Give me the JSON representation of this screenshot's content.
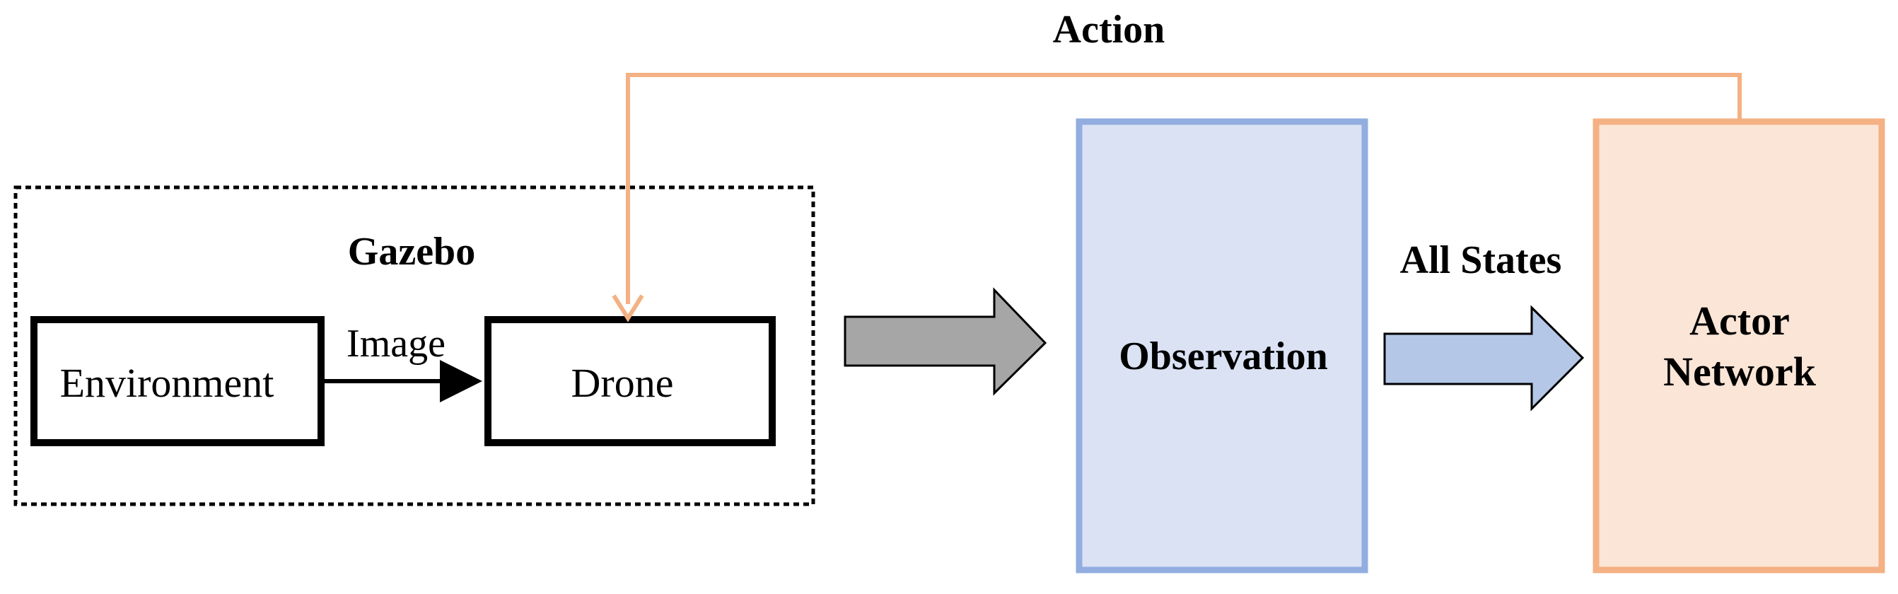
{
  "diagram": {
    "gazebo_label": "Gazebo",
    "environment_label": "Environment",
    "drone_label": "Drone",
    "image_edge_label": "Image",
    "action_edge_label": "Action",
    "observation_label": "Observation",
    "all_states_edge_label": "All States",
    "actor_network_label_line1": "Actor",
    "actor_network_label_line2": "Network"
  },
  "colors": {
    "gazebo_border": "#000000",
    "observation_fill": "#dae2f4",
    "observation_border": "#92aee0",
    "actor_fill": "#fbe5d6",
    "actor_border": "#f4b183",
    "action_arrow": "#f4b183",
    "big_arrow_fill": "#a6a6a6",
    "states_arrow_fill": "#b4c7e7"
  }
}
